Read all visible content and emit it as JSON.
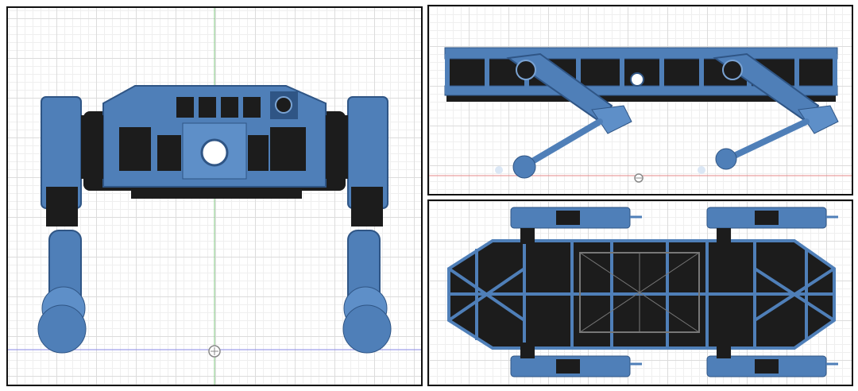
{
  "viewports": [
    {
      "id": "front",
      "view": "front-view"
    },
    {
      "id": "side",
      "view": "side-view"
    },
    {
      "id": "top",
      "view": "top-view"
    }
  ],
  "colors": {
    "part_blue": "#4f7fb8",
    "part_blue_light": "#7aa3d3",
    "part_blue_dark": "#2f5585",
    "servo_black": "#1c1c1c",
    "frame_border": "#111111",
    "grid_major": "#dcdcdc",
    "axis_green": "#7fc77f",
    "axis_red": "#e48a8a",
    "axis_blue": "#8a8ae4"
  },
  "icons": [
    "origin-marker-icon",
    "view-cube-icon"
  ]
}
